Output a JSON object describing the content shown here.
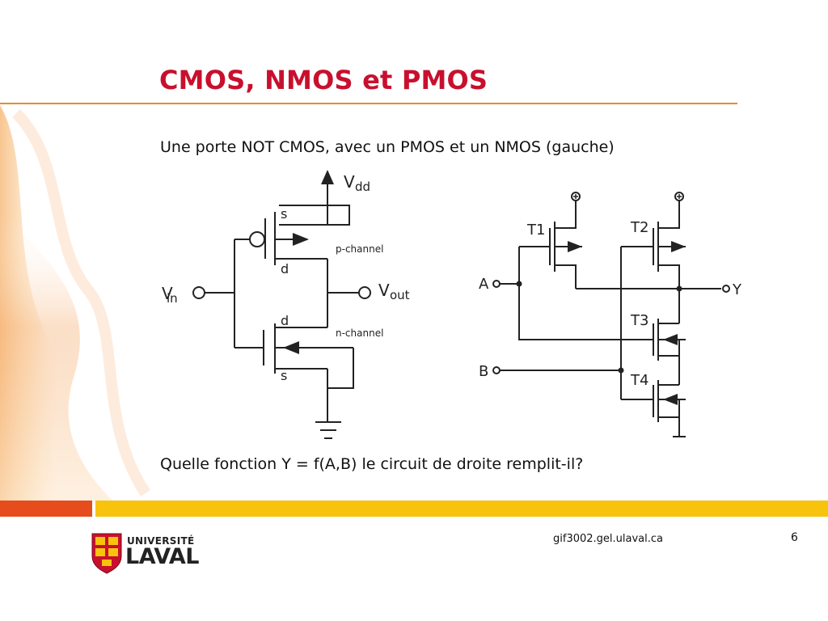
{
  "slide": {
    "title": "CMOS, NMOS et PMOS",
    "subtitle": "Une porte NOT CMOS, avec un PMOS et un NMOS (gauche)",
    "question": "Quelle fonction Y = f(A,B) le circuit de droite remplit-il?"
  },
  "footer": {
    "url": "gif3002.gel.ulaval.ca",
    "page_number": "6",
    "logo_line1": "UNIVERSITÉ",
    "logo_line2": "LAVAL"
  },
  "left_circuit": {
    "vdd_main": "V",
    "vdd_sub": "dd",
    "vin_main": "V",
    "vin_sub": "in",
    "vout_main": "V",
    "vout_sub": "out",
    "pmos_source": "s",
    "pmos_drain": "d",
    "pmos_label": "p-channel",
    "nmos_drain": "d",
    "nmos_source": "s",
    "nmos_label": "n-channel"
  },
  "right_circuit": {
    "t1": "T1",
    "t2": "T2",
    "t3": "T3",
    "t4": "T4",
    "input_a": "A",
    "input_b": "B",
    "output_y": "Y"
  },
  "colors": {
    "title": "#c8102e",
    "rule": "#e98a2c",
    "band_left": "#e74c1c",
    "band_right": "#f7c30d"
  }
}
